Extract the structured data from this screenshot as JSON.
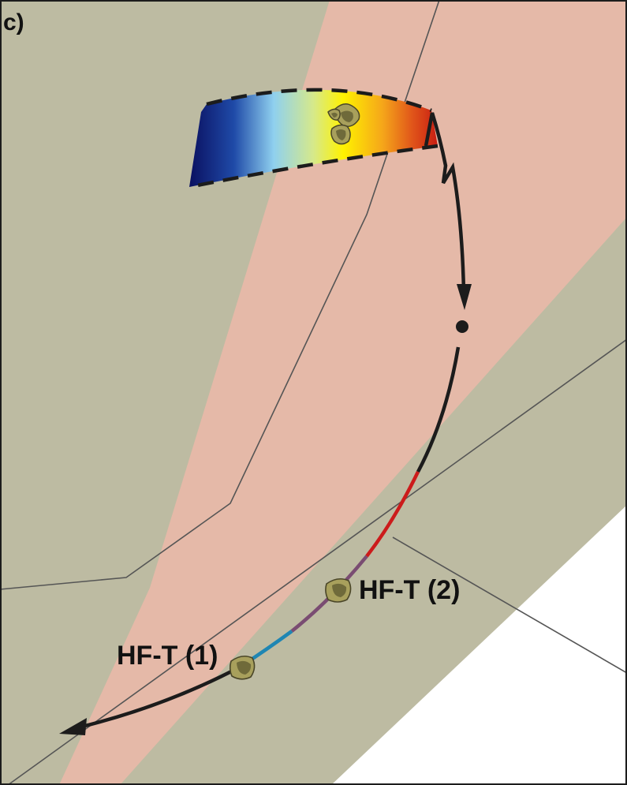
{
  "panel_label": "c)",
  "labels": {
    "hft1": "HF-T (1)",
    "hft2": "HF-T (2)"
  },
  "colors": {
    "background": "#ffffff",
    "field_grey": "#bdbba2",
    "field_pink": "#e5b9a8",
    "boundary_line": "#555555",
    "path_line": "#1c1c1c",
    "path_red": "#cc1b1b",
    "path_purple": "#7a4c72",
    "path_blue": "#1f86b3",
    "garnet_outer": "#a8a05c",
    "garnet_inner": "#6f6a3a",
    "gradient": [
      "#0a1060",
      "#1f4aa8",
      "#8fd0ef",
      "#d6e98a",
      "#fff200",
      "#f5a51a",
      "#e0541a",
      "#c81d12"
    ]
  },
  "icons": {
    "garnet": "garnet-icon",
    "arrowhead": "arrowhead-icon",
    "peak_point": "peak-dot-icon"
  }
}
